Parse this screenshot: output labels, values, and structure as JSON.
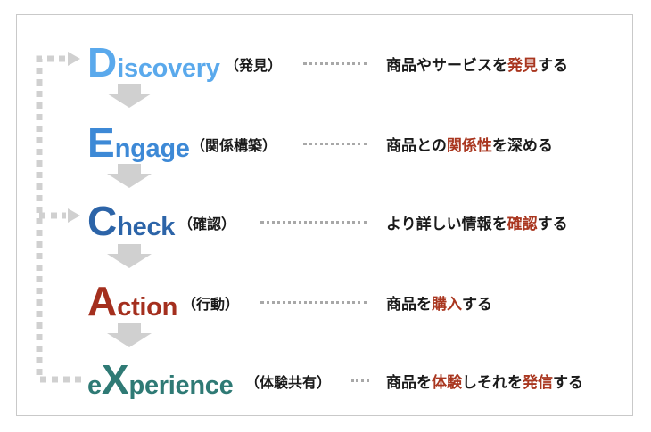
{
  "steps": [
    {
      "key": "discovery",
      "initial": "D",
      "rest": "iscovery",
      "paren": "（発見）",
      "desc_pre": "商品やサービスを",
      "desc_hl": "発見",
      "desc_post": "する"
    },
    {
      "key": "engage",
      "initial": "E",
      "rest": "ngage",
      "paren": "（関係構築）",
      "desc_pre": "商品との",
      "desc_hl": "関係性",
      "desc_post": "を深める"
    },
    {
      "key": "check",
      "initial": "C",
      "rest": "heck",
      "paren": "（確認）",
      "desc_pre": "より詳しい情報を",
      "desc_hl": "確認",
      "desc_post": "する"
    },
    {
      "key": "action",
      "initial": "A",
      "rest": "ction",
      "paren": "（行動）",
      "desc_pre": "商品を",
      "desc_hl": "購入",
      "desc_post": "する"
    },
    {
      "key": "experience",
      "initial_pre": "e",
      "initial": "X",
      "rest": "perience",
      "paren": "（体験共有）",
      "desc_pre": "商品を",
      "desc_hl": "体験",
      "desc_post": "しそれを",
      "desc_hl2": "発信",
      "desc_post2": "する"
    }
  ],
  "colors": {
    "discovery": "#5aa9ec",
    "engage": "#3d89d6",
    "check": "#2c64a8",
    "action": "#a42f1e",
    "experience": "#2f7a75",
    "highlight": "#a9361f",
    "arrow": "#d0d0d0",
    "loop": "#d0d0d0",
    "dots": "#a8a8a8"
  }
}
